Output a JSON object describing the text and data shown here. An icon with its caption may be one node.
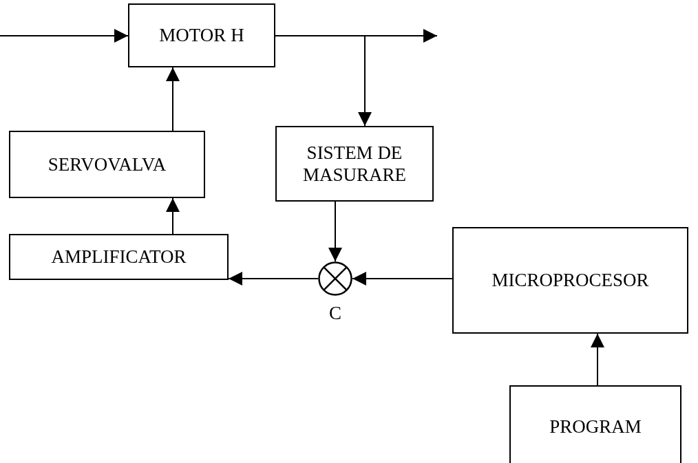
{
  "diagram": {
    "nodes": [
      {
        "text": [
          "MOTOR H"
        ]
      },
      {
        "text": [
          "SERVOVALVA"
        ]
      },
      {
        "text": [
          "SISTEM DE MASURARE"
        ]
      },
      {
        "text": [
          "AMPLIFICATOR"
        ]
      },
      {
        "text": [],
        "shape": "circle",
        "beside": [
          "C"
        ]
      },
      {
        "text": [
          "MICROPROCESOR"
        ]
      },
      {
        "text": [
          "PROGRAM"
        ]
      }
    ],
    "edges": [
      {
        "from": null,
        "to": 0,
        "arrow": "to"
      },
      {
        "from": 0,
        "to": null,
        "arrow": "to"
      },
      {
        "from": 0,
        "to": 2,
        "arrow": "to"
      },
      {
        "from": 1,
        "to": 0,
        "arrow": "to"
      },
      {
        "from": 3,
        "to": 1,
        "arrow": "to"
      },
      {
        "from": 2,
        "to": 4,
        "arrow": "to"
      },
      {
        "from": 5,
        "to": 4,
        "arrow": "to"
      },
      {
        "from": 4,
        "to": 3,
        "arrow": "to"
      },
      {
        "from": 6,
        "to": 5,
        "arrow": "to"
      }
    ]
  }
}
